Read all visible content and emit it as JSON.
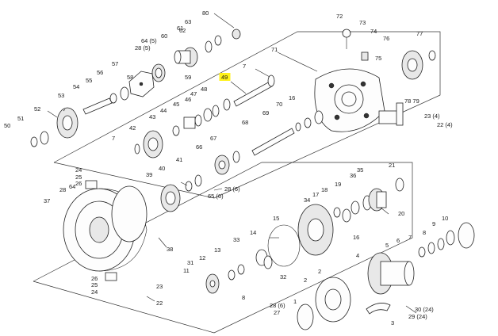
{
  "diagram": {
    "highlight_color": "#fff21a",
    "highlighted_label": "49",
    "labels": {
      "l80": "80",
      "l63": "63",
      "l62": "62",
      "l61": "61",
      "l60": "60",
      "l64": "64 (5)",
      "l28a": "28 (5)",
      "l59": "59",
      "l58": "58",
      "l57": "57",
      "l56": "56",
      "l55": "55",
      "l54": "54",
      "l53": "53",
      "l52": "52",
      "l51": "51",
      "l50": "50",
      "l49": "49",
      "l48": "48",
      "l47": "47",
      "l46": "46",
      "l45": "45",
      "l44": "44",
      "l43": "43",
      "l42": "42",
      "l7a": "7",
      "l7b": "7",
      "l71": "71",
      "l72": "72",
      "l73": "73",
      "l74": "74",
      "l75": "75",
      "l76": "76",
      "l77": "77",
      "l7879": "78 79",
      "l23a": "23 (4)",
      "l22a": "22 (4)",
      "l70": "70",
      "l16a": "16",
      "l69": "69",
      "l68": "68",
      "l67": "67",
      "l66": "66",
      "l41": "41",
      "l40": "40",
      "l39": "39",
      "l28b": "28 (6)",
      "l65": "65 (6)",
      "l24a": "24",
      "l25a": "25",
      "l26a": "26",
      "l28c": "28",
      "l64b": "64",
      "l37": "37",
      "l38": "38",
      "l21": "21",
      "l35": "35",
      "l36": "36",
      "l34": "34",
      "l17": "17",
      "l18": "18",
      "l19": "19",
      "l20": "20",
      "l16b": "16",
      "l15": "15",
      "l14": "14",
      "l33": "33",
      "l32": "32",
      "l13": "13",
      "l12": "12",
      "l31": "31",
      "l11": "11",
      "l8a": "8",
      "l26b": "26",
      "l25b": "25",
      "l24b": "24",
      "l23b": "23",
      "l22b": "22",
      "l10": "10",
      "l9": "9",
      "l8b": "8",
      "l7c": "7",
      "l6": "6",
      "l5": "5",
      "l4": "4",
      "l2a": "2",
      "l2b": "2",
      "l1": "1",
      "l28d": "28 (6)",
      "l27": "27",
      "l3": "3",
      "l30": "30 (24)",
      "l29": "29 (24)"
    }
  }
}
